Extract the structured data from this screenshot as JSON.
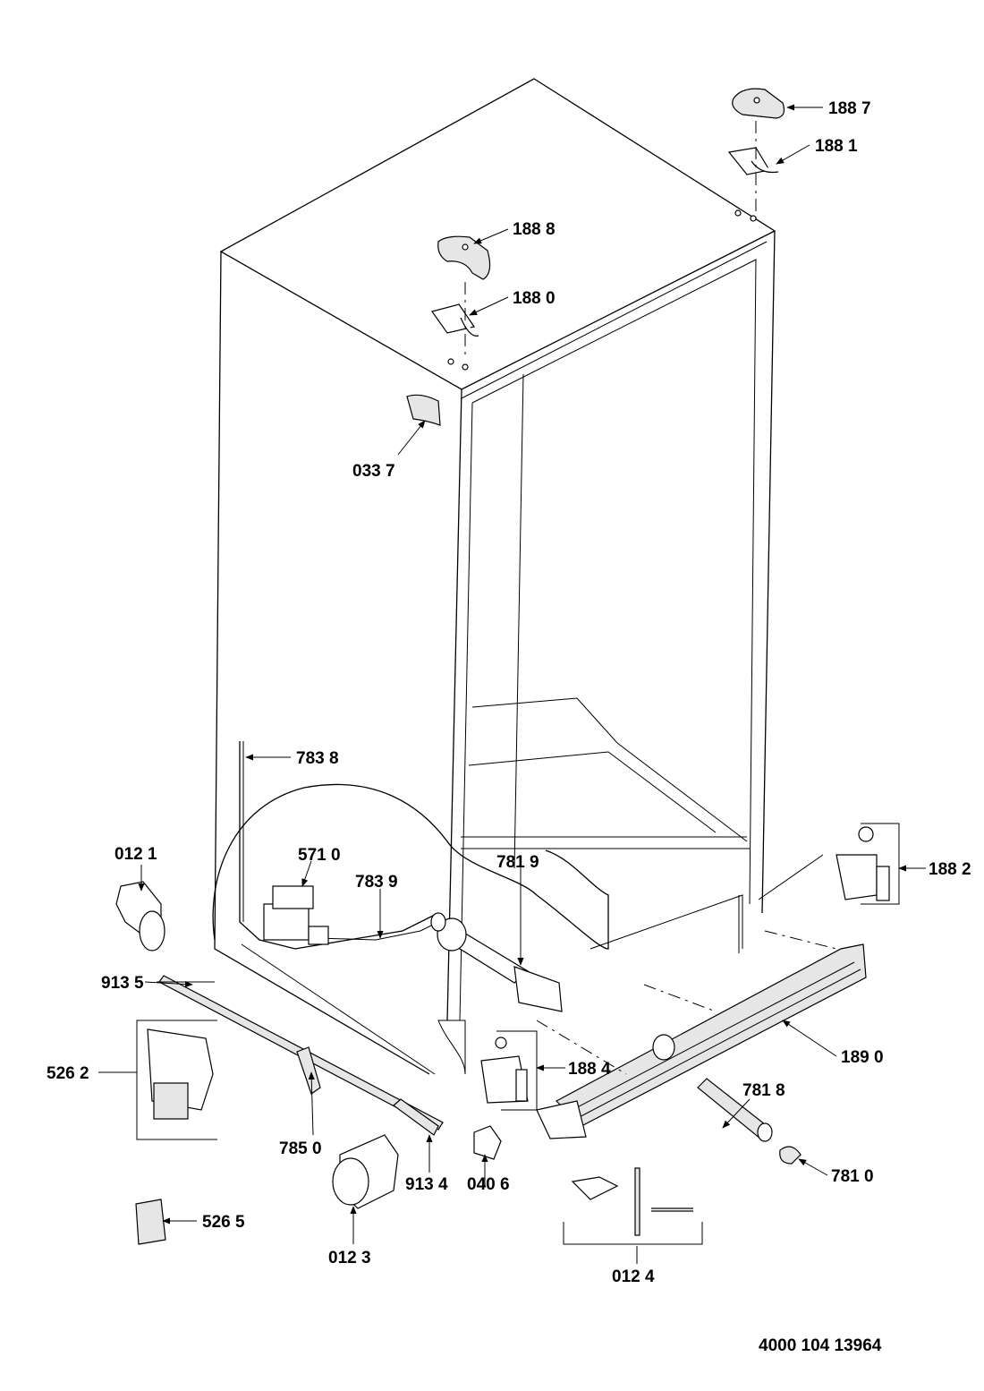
{
  "labels": {
    "p1887": "188 7",
    "p1881": "188 1",
    "p1888": "188 8",
    "p1880": "188 0",
    "p0337": "033 7",
    "p7838": "783 8",
    "p0121": "012 1",
    "p5710": "571 0",
    "p7819": "781 9",
    "p7839": "783 9",
    "p1882": "188 2",
    "p9135": "913 5",
    "p1890": "189 0",
    "p5262": "526 2",
    "p1884": "188 4",
    "p7818": "781 8",
    "p7850": "785 0",
    "p9134": "913 4",
    "p0406": "040 6",
    "p7810": "781 0",
    "p5265": "526 5",
    "p0123": "012 3",
    "p0124": "012 4"
  },
  "document_number": "4000 104 13964"
}
